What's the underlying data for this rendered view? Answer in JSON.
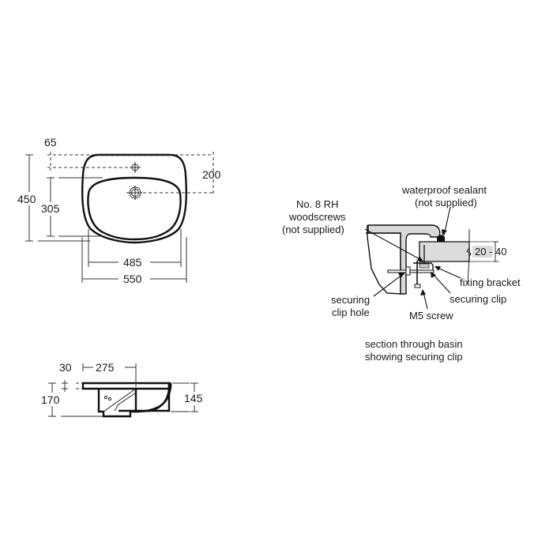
{
  "diagram": {
    "type": "technical-drawing",
    "subject": "semi-recessed washbasin",
    "plan_view": {
      "dimensions": {
        "tap_hole_offset": "65",
        "overall_depth": "450",
        "bowl_depth": "305",
        "tap_to_waste": "200",
        "bowl_width": "485",
        "overall_width": "550"
      }
    },
    "side_view": {
      "dimensions": {
        "rim_thickness": "30",
        "overhang": "275",
        "overall_height": "170",
        "bowl_height": "145"
      }
    },
    "section_view": {
      "labels": {
        "sealant_line1": "waterproof sealant",
        "sealant_line2": "(not supplied)",
        "screws_line1": "No. 8 RH",
        "screws_line2": "woodscrews",
        "screws_line3": "(not supplied)",
        "worktop_thickness": "20 - 40",
        "fixing_bracket": "fixing bracket",
        "securing_clip": "securing clip",
        "clip_hole_line1": "securing",
        "clip_hole_line2": "clip hole",
        "m5_screw": "M5 screw"
      },
      "caption_line1": "section through basin",
      "caption_line2": "showing securing clip"
    }
  }
}
